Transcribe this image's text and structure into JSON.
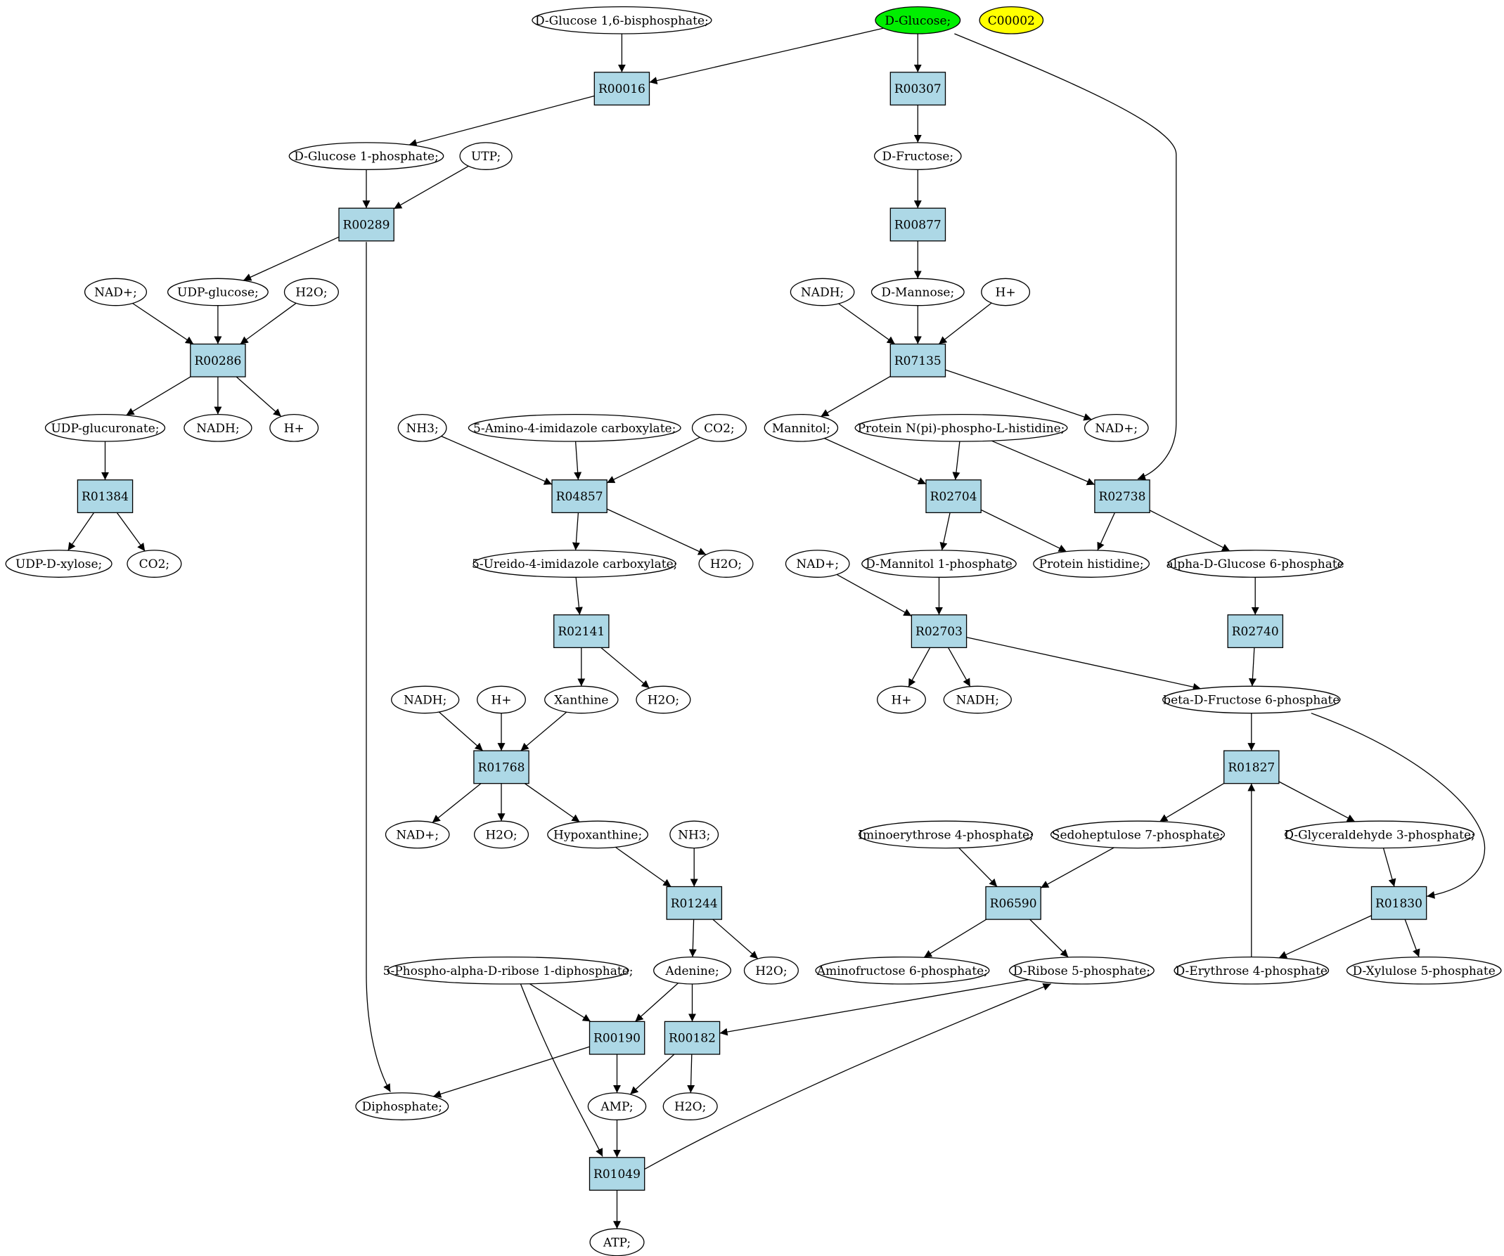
{
  "colors": {
    "reaction_fill": "#add8e6",
    "compound_fill": "#ffffff",
    "start_fill": "#00ee00",
    "query_fill": "#ffff00",
    "stroke": "#000000"
  },
  "nodes": {
    "c_glc16bp": {
      "label": "D-Glucose 1,6-bisphosphate;",
      "shape": "ellipse"
    },
    "c_glucose": {
      "label": "D-Glucose;",
      "shape": "ellipse",
      "fill": "start"
    },
    "c_c00002": {
      "label": "C00002",
      "shape": "ellipse",
      "fill": "query"
    },
    "r_R00016": {
      "label": "R00016",
      "shape": "box"
    },
    "r_R00307": {
      "label": "R00307",
      "shape": "box"
    },
    "c_glc1p": {
      "label": "D-Glucose 1-phosphate;",
      "shape": "ellipse"
    },
    "c_utp": {
      "label": "UTP;",
      "shape": "ellipse"
    },
    "c_fructose": {
      "label": "D-Fructose;",
      "shape": "ellipse"
    },
    "r_R00289": {
      "label": "R00289",
      "shape": "box"
    },
    "r_R00877": {
      "label": "R00877",
      "shape": "box"
    },
    "c_nadp1": {
      "label": "NAD+;",
      "shape": "ellipse"
    },
    "c_udpglc": {
      "label": "UDP-glucose;",
      "shape": "ellipse"
    },
    "c_h2o1": {
      "label": "H2O;",
      "shape": "ellipse"
    },
    "c_nadh1": {
      "label": "NADH;",
      "shape": "ellipse"
    },
    "c_mannose": {
      "label": "D-Mannose;",
      "shape": "ellipse"
    },
    "c_hp1": {
      "label": "H+",
      "shape": "ellipse"
    },
    "r_R00286": {
      "label": "R00286",
      "shape": "box"
    },
    "r_R07135": {
      "label": "R07135",
      "shape": "box"
    },
    "c_udpglcur": {
      "label": "UDP-glucuronate;",
      "shape": "ellipse"
    },
    "c_nadh2": {
      "label": "NADH;",
      "shape": "ellipse"
    },
    "c_hp2": {
      "label": "H+",
      "shape": "ellipse"
    },
    "c_nh3a": {
      "label": "NH3;",
      "shape": "ellipse"
    },
    "c_aica": {
      "label": "5-Amino-4-imidazole carboxylate;",
      "shape": "ellipse"
    },
    "c_co2a": {
      "label": "CO2;",
      "shape": "ellipse"
    },
    "c_mannitol": {
      "label": "Mannitol;",
      "shape": "ellipse"
    },
    "c_protnph": {
      "label": "Protein N(pi)-phospho-L-histidine;",
      "shape": "ellipse"
    },
    "c_nadp2": {
      "label": "NAD+;",
      "shape": "ellipse"
    },
    "r_R01384": {
      "label": "R01384",
      "shape": "box"
    },
    "r_R04857": {
      "label": "R04857",
      "shape": "box"
    },
    "r_R02704": {
      "label": "R02704",
      "shape": "box"
    },
    "r_R02738": {
      "label": "R02738",
      "shape": "box"
    },
    "c_udpxyl": {
      "label": "UDP-D-xylose;",
      "shape": "ellipse"
    },
    "c_co2b": {
      "label": "CO2;",
      "shape": "ellipse"
    },
    "c_uica": {
      "label": "5-Ureido-4-imidazole carboxylate;",
      "shape": "ellipse"
    },
    "c_h2o2": {
      "label": "H2O;",
      "shape": "ellipse"
    },
    "c_nadp3": {
      "label": "NAD+;",
      "shape": "ellipse"
    },
    "c_mtl1p": {
      "label": "D-Mannitol 1-phosphate",
      "shape": "ellipse"
    },
    "c_prothis": {
      "label": "Protein histidine;",
      "shape": "ellipse"
    },
    "c_ag6p": {
      "label": "alpha-D-Glucose 6-phosphate",
      "shape": "ellipse"
    },
    "r_R02141": {
      "label": "R02141",
      "shape": "box"
    },
    "r_R02703": {
      "label": "R02703",
      "shape": "box"
    },
    "r_R02740": {
      "label": "R02740",
      "shape": "box"
    },
    "c_nadh3": {
      "label": "NADH;",
      "shape": "ellipse"
    },
    "c_hp3": {
      "label": "H+",
      "shape": "ellipse"
    },
    "c_xanthine": {
      "label": "Xanthine",
      "shape": "ellipse"
    },
    "c_h2o3": {
      "label": "H2O;",
      "shape": "ellipse"
    },
    "c_hp4": {
      "label": "H+",
      "shape": "ellipse"
    },
    "c_nadh4": {
      "label": "NADH;",
      "shape": "ellipse"
    },
    "c_bf6p": {
      "label": "beta-D-Fructose 6-phosphate",
      "shape": "ellipse"
    },
    "r_R01768": {
      "label": "R01768",
      "shape": "box"
    },
    "r_R01827": {
      "label": "R01827",
      "shape": "box"
    },
    "c_nadp4": {
      "label": "NAD+;",
      "shape": "ellipse"
    },
    "c_h2o4": {
      "label": "H2O;",
      "shape": "ellipse"
    },
    "c_hypox": {
      "label": "Hypoxanthine;",
      "shape": "ellipse"
    },
    "c_nh3b": {
      "label": "NH3;",
      "shape": "ellipse"
    },
    "c_ie4p": {
      "label": "Iminoerythrose 4-phosphate;",
      "shape": "ellipse"
    },
    "c_s7p": {
      "label": "Sedoheptulose 7-phosphate;",
      "shape": "ellipse"
    },
    "c_g3p": {
      "label": "D-Glyceraldehyde 3-phosphate;",
      "shape": "ellipse"
    },
    "r_R01244": {
      "label": "R01244",
      "shape": "box"
    },
    "r_R06590": {
      "label": "R06590",
      "shape": "box"
    },
    "r_R01830": {
      "label": "R01830",
      "shape": "box"
    },
    "c_prpp": {
      "label": "5-Phospho-alpha-D-ribose 1-diphosphate;",
      "shape": "ellipse"
    },
    "c_adenine": {
      "label": "Adenine;",
      "shape": "ellipse"
    },
    "c_h2o5": {
      "label": "H2O;",
      "shape": "ellipse"
    },
    "c_af6p": {
      "label": "Aminofructose 6-phosphate;",
      "shape": "ellipse"
    },
    "c_r5p": {
      "label": "D-Ribose 5-phosphate;",
      "shape": "ellipse"
    },
    "c_e4p": {
      "label": "D-Erythrose 4-phosphate",
      "shape": "ellipse"
    },
    "c_xu5p": {
      "label": "D-Xylulose 5-phosphate",
      "shape": "ellipse"
    },
    "r_R00190": {
      "label": "R00190",
      "shape": "box"
    },
    "r_R00182": {
      "label": "R00182",
      "shape": "box"
    },
    "c_diphos": {
      "label": "Diphosphate;",
      "shape": "ellipse"
    },
    "c_amp": {
      "label": "AMP;",
      "shape": "ellipse"
    },
    "c_h2o6": {
      "label": "H2O;",
      "shape": "ellipse"
    },
    "r_R01049": {
      "label": "R01049",
      "shape": "box"
    },
    "c_atp": {
      "label": "ATP;",
      "shape": "ellipse"
    }
  },
  "edges": [
    [
      "c_glc16bp",
      "r_R00016"
    ],
    [
      "c_glucose",
      "r_R00016"
    ],
    [
      "r_R00016",
      "c_glc1p"
    ],
    [
      "c_glucose",
      "r_R00307"
    ],
    [
      "r_R00307",
      "c_fructose"
    ],
    [
      "c_glucose",
      "r_R02738"
    ],
    [
      "c_glc1p",
      "r_R00289"
    ],
    [
      "c_utp",
      "r_R00289"
    ],
    [
      "r_R00289",
      "c_udpglc"
    ],
    [
      "r_R00289",
      "c_diphos"
    ],
    [
      "c_fructose",
      "r_R00877"
    ],
    [
      "r_R00877",
      "c_mannose"
    ],
    [
      "c_nadp1",
      "r_R00286"
    ],
    [
      "c_udpglc",
      "r_R00286"
    ],
    [
      "c_h2o1",
      "r_R00286"
    ],
    [
      "r_R00286",
      "c_udpglcur"
    ],
    [
      "r_R00286",
      "c_nadh2"
    ],
    [
      "r_R00286",
      "c_hp2"
    ],
    [
      "c_nadh1",
      "r_R07135"
    ],
    [
      "c_mannose",
      "r_R07135"
    ],
    [
      "c_hp1",
      "r_R07135"
    ],
    [
      "r_R07135",
      "c_mannitol"
    ],
    [
      "r_R07135",
      "c_nadp2"
    ],
    [
      "c_udpglcur",
      "r_R01384"
    ],
    [
      "r_R01384",
      "c_udpxyl"
    ],
    [
      "r_R01384",
      "c_co2b"
    ],
    [
      "c_nh3a",
      "r_R04857"
    ],
    [
      "c_aica",
      "r_R04857"
    ],
    [
      "c_co2a",
      "r_R04857"
    ],
    [
      "r_R04857",
      "c_uica"
    ],
    [
      "r_R04857",
      "c_h2o2"
    ],
    [
      "c_mannitol",
      "r_R02704"
    ],
    [
      "c_protnph",
      "r_R02704"
    ],
    [
      "c_protnph",
      "r_R02738"
    ],
    [
      "r_R02704",
      "c_mtl1p"
    ],
    [
      "r_R02704",
      "c_prothis"
    ],
    [
      "r_R02738",
      "c_prothis"
    ],
    [
      "r_R02738",
      "c_ag6p"
    ],
    [
      "c_uica",
      "r_R02141"
    ],
    [
      "r_R02141",
      "c_xanthine"
    ],
    [
      "r_R02141",
      "c_h2o3"
    ],
    [
      "c_nadp3",
      "r_R02703"
    ],
    [
      "c_mtl1p",
      "r_R02703"
    ],
    [
      "r_R02703",
      "c_hp4"
    ],
    [
      "r_R02703",
      "c_nadh4"
    ],
    [
      "r_R02703",
      "c_bf6p"
    ],
    [
      "c_ag6p",
      "r_R02740"
    ],
    [
      "r_R02740",
      "c_bf6p"
    ],
    [
      "c_nadh3",
      "r_R01768"
    ],
    [
      "c_hp3",
      "r_R01768"
    ],
    [
      "c_xanthine",
      "r_R01768"
    ],
    [
      "r_R01768",
      "c_nadp4"
    ],
    [
      "r_R01768",
      "c_h2o4"
    ],
    [
      "r_R01768",
      "c_hypox"
    ],
    [
      "c_bf6p",
      "r_R01827"
    ],
    [
      "c_bf6p",
      "r_R01830"
    ],
    [
      "r_R01827",
      "c_s7p"
    ],
    [
      "r_R01827",
      "c_g3p"
    ],
    [
      "c_hypox",
      "r_R01244"
    ],
    [
      "c_nh3b",
      "r_R01244"
    ],
    [
      "r_R01244",
      "c_adenine"
    ],
    [
      "r_R01244",
      "c_h2o5"
    ],
    [
      "c_ie4p",
      "r_R06590"
    ],
    [
      "c_s7p",
      "r_R06590"
    ],
    [
      "r_R06590",
      "c_af6p"
    ],
    [
      "r_R06590",
      "c_r5p"
    ],
    [
      "c_g3p",
      "r_R01830"
    ],
    [
      "r_R01830",
      "c_e4p"
    ],
    [
      "r_R01830",
      "c_xu5p"
    ],
    [
      "c_e4p",
      "r_R01827"
    ],
    [
      "c_prpp",
      "r_R00190"
    ],
    [
      "c_adenine",
      "r_R00190"
    ],
    [
      "c_adenine",
      "r_R00182"
    ],
    [
      "c_r5p",
      "r_R00182"
    ],
    [
      "r_R00190",
      "c_diphos"
    ],
    [
      "r_R00190",
      "c_amp"
    ],
    [
      "r_R00182",
      "c_amp"
    ],
    [
      "r_R00182",
      "c_h2o6"
    ],
    [
      "c_prpp",
      "r_R01049"
    ],
    [
      "c_amp",
      "r_R01049"
    ],
    [
      "r_R01049",
      "c_atp"
    ],
    [
      "r_R01049",
      "c_r5p"
    ]
  ]
}
